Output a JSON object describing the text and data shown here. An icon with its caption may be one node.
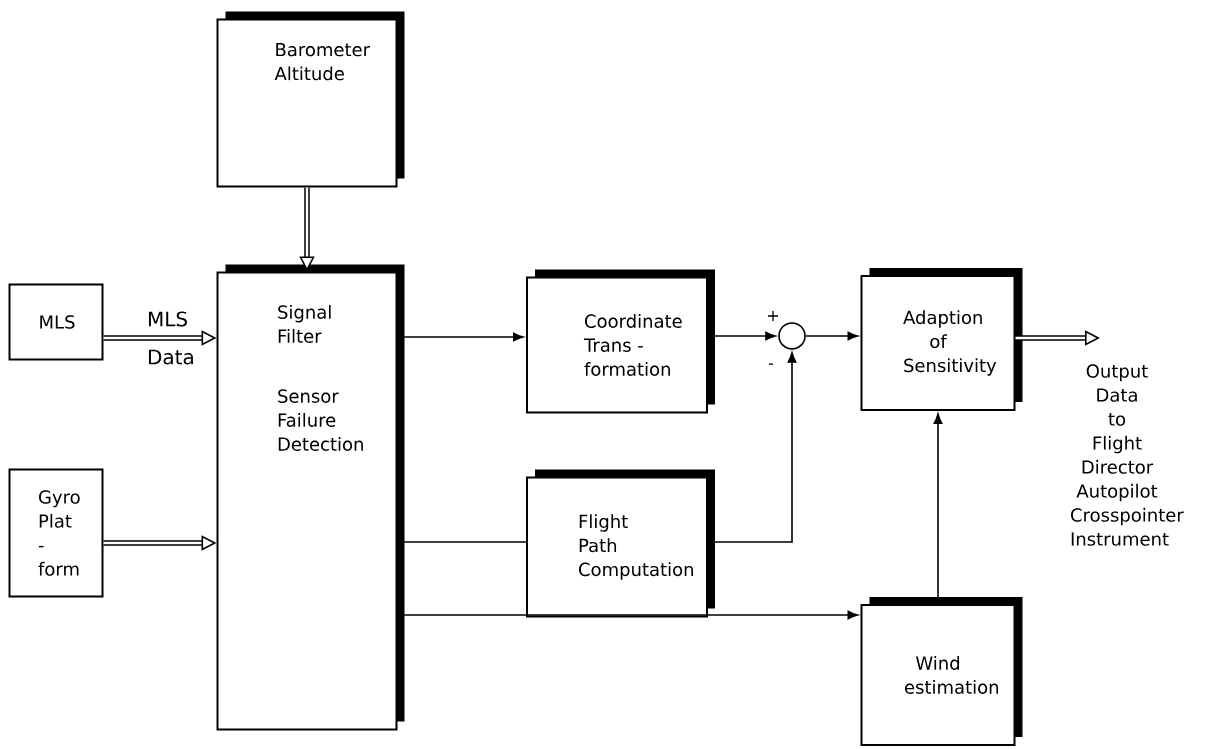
{
  "diagram": {
    "nodes": [
      {
        "text": [
          "Barometer Altitude"
        ]
      },
      {
        "text": [
          "MLS"
        ]
      },
      {
        "text": [
          "Gyro Plat - form"
        ]
      },
      {
        "text": [
          "Signal Filter",
          "Sensor Failure Detection"
        ]
      },
      {
        "text": [
          "Coordinate Trans - formation"
        ]
      },
      {
        "text": [
          "Flight Path Computation"
        ]
      },
      {
        "text": [],
        "shape": "circle",
        "beside": [
          "+",
          "-"
        ]
      },
      {
        "text": [
          "Adaption of Sensitivity"
        ]
      },
      {
        "text": [
          "Wind estimation"
        ]
      },
      {
        "text": [
          "Output Data",
          "to",
          "Flight Director Autopilot Crosspointer Instrument"
        ]
      }
    ],
    "edges": [
      {
        "from": 0,
        "to": 3,
        "arrow": "to",
        "style": "thick"
      },
      {
        "from": 1,
        "to": 3,
        "arrow": "to",
        "style": "thick",
        "label": "MLS Data"
      },
      {
        "from": 2,
        "to": 3,
        "arrow": "to",
        "style": "thick"
      },
      {
        "from": 3,
        "to": 4,
        "arrow": "to"
      },
      {
        "from": 3,
        "to": 5,
        "arrow": "none"
      },
      {
        "from": 3,
        "to": 8,
        "arrow": "to"
      },
      {
        "from": 4,
        "to": 6,
        "arrow": "to"
      },
      {
        "from": 5,
        "to": 6,
        "arrow": "to"
      },
      {
        "from": 6,
        "to": 7,
        "arrow": "to"
      },
      {
        "from": 8,
        "to": 7,
        "arrow": "to"
      },
      {
        "from": 7,
        "to": 9,
        "arrow": "to",
        "style": "thick"
      }
    ]
  }
}
